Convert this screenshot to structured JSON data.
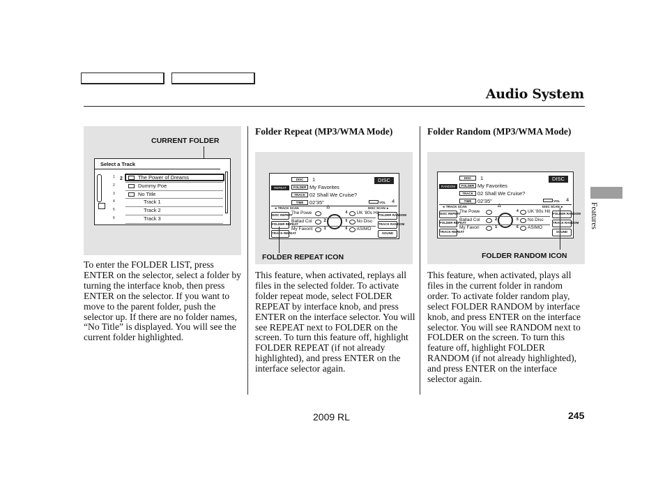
{
  "header": {
    "title": "Audio System"
  },
  "col1": {
    "caption": "CURRENT FOLDER",
    "screen": {
      "title": "Select  a  Track",
      "side_number": "2",
      "rows": [
        {
          "num": "1",
          "text": "The Power of Dreams"
        },
        {
          "num": "2",
          "text": "Dummy Poe"
        },
        {
          "num": "3",
          "text": "No Title"
        },
        {
          "num": "4",
          "text": "Track 1"
        },
        {
          "num": "5",
          "text": "Track 2"
        },
        {
          "num": "6",
          "text": "Track 3"
        }
      ]
    },
    "body": "To enter the FOLDER LIST, press ENTER on the selector, select a folder by turning the interface knob, then press ENTER on the selector. If you want to move to the parent folder, push the selector up. If there are no folder names, “No Title” is displayed. You will see the current folder highlighted."
  },
  "col2": {
    "heading": "Folder Repeat (MP3/WMA Mode)",
    "caption": "FOLDER REPEAT ICON",
    "screen": {
      "mode_label": "REPEAT",
      "disc_tag": "DISC",
      "folder_tag": "FOLDER",
      "track_tag": "TRACK",
      "time_tag": "TIME",
      "disc_num": "1",
      "folder_name": "My Favorites",
      "track": "02   Shall  We Cruise?",
      "time": "02'35\"",
      "disc_badge": "DISC",
      "vol_label": "VOL",
      "vol_num": "4",
      "track_scan": "◄ TRACK SCAN",
      "disc_scan": "DISC SCAN ►",
      "left_buttons": [
        "DISC REPEAT",
        "FOLDER REPEAT",
        "TRACK REPEAT"
      ],
      "right_buttons": [
        "FOLDER RANDOM",
        "TRACK RANDOM",
        "SOUND"
      ],
      "presets": [
        {
          "name": "The Powe",
          "num": "4",
          "val": "UK '80s Hit"
        },
        {
          "name": "Ballad Col",
          "num": "5",
          "val": "No Disc"
        },
        {
          "name": "My Favorit",
          "num": "6",
          "val": "ASIMO"
        }
      ],
      "preset_left_nums": [
        "",
        "2",
        "1"
      ]
    },
    "body": "This feature, when activated, replays all files in the selected folder. To activate folder repeat mode, select FOLDER REPEAT by interface knob, and press ENTER on the interface selector. You will see REPEAT next to FOLDER on the screen. To turn this feature off, highlight FOLDER REPEAT (if not already highlighted), and press ENTER on the interface selector again."
  },
  "col3": {
    "heading": "Folder Random (MP3/WMA Mode)",
    "caption": "FOLDER RANDOM ICON",
    "screen": {
      "mode_label": "RANDOM",
      "disc_tag": "DISC",
      "folder_tag": "FOLDER",
      "track_tag": "TRACK",
      "time_tag": "TIME",
      "disc_num": "1",
      "folder_name": "My Favorites",
      "track": "02   Shall  We Cruise?",
      "time": "02'35\"",
      "disc_badge": "DISC",
      "vol_label": "VOL",
      "vol_num": "4",
      "track_scan": "◄ TRACK SCAN",
      "disc_scan": "DISC SCAN ►",
      "left_buttons": [
        "DISC REPEAT",
        "FOLDER REPEAT",
        "TRACK REPEAT"
      ],
      "right_buttons": [
        "FOLDER RANDOM",
        "TRACK RANDOM",
        "SOUND"
      ],
      "presets": [
        {
          "name": "The Powe",
          "num": "4",
          "val": "UK '80s Hit"
        },
        {
          "name": "Ballad Col",
          "num": "5",
          "val": "No Disc"
        },
        {
          "name": "My Favori",
          "num": "6",
          "val": "ASIMO"
        }
      ],
      "preset_left_nums": [
        "",
        "2",
        "1"
      ]
    },
    "body": "This feature, when activated, plays all files in the current folder in random order. To activate folder random play, select FOLDER RANDOM by interface knob, and press ENTER on the interface selector. You will see RANDOM next to FOLDER on the screen. To turn this feature off, highlight FOLDER RANDOM (if not already highlighted), and press ENTER on the interface selector again."
  },
  "side": {
    "label": "Features"
  },
  "footer": {
    "model": "2009  RL",
    "page": "245"
  }
}
